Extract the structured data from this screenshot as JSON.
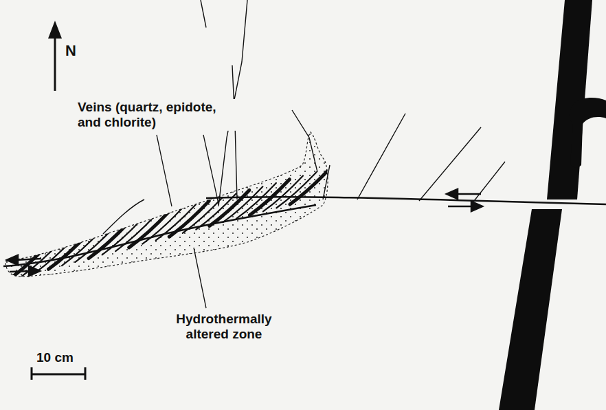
{
  "diagram": {
    "labels": [
      "N",
      "Veins (quartz, epidote, and chlorite)",
      "Hydrothermally altered zone",
      "10 cm"
    ]
  }
}
